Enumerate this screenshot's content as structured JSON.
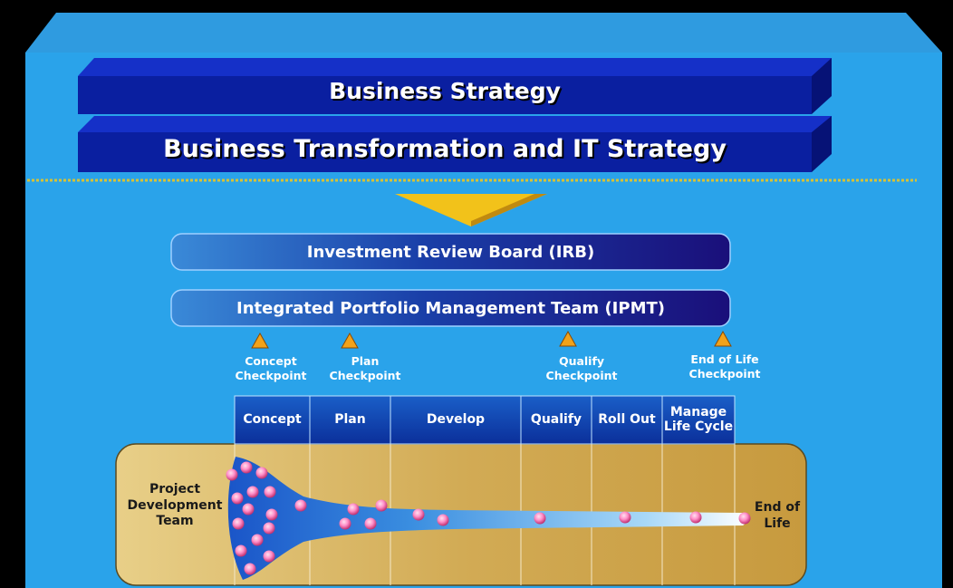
{
  "band_top": "Business Strategy",
  "band_second": "Business Transformation and IT Strategy",
  "irb": "Investment Review Board (IRB)",
  "ipmt": "Integrated Portfolio Management Team (IPMT)",
  "checkpoints": [
    {
      "line1": "Concept",
      "line2": "Checkpoint"
    },
    {
      "line1": "Plan",
      "line2": "Checkpoint"
    },
    {
      "line1": "Qualify",
      "line2": "Checkpoint"
    },
    {
      "line1": "End of Life",
      "line2": "Checkpoint"
    }
  ],
  "phases": [
    {
      "label": "Concept"
    },
    {
      "label": "Plan"
    },
    {
      "label": "Develop"
    },
    {
      "label": "Qualify"
    },
    {
      "label": "Roll Out"
    },
    {
      "line1": "Manage",
      "line2": "Life Cycle"
    }
  ],
  "project_team": {
    "line1": "Project",
    "line2": "Development",
    "line3": "Team"
  },
  "end_of_life": {
    "line1": "End of",
    "line2": "Life"
  },
  "colors": {
    "background": "#2aa3ea",
    "band": "#0a1fa0",
    "checkpoint_triangle": "#f2a21a",
    "funnel_box": "#d9b76a",
    "dots": "#ff80bf"
  }
}
